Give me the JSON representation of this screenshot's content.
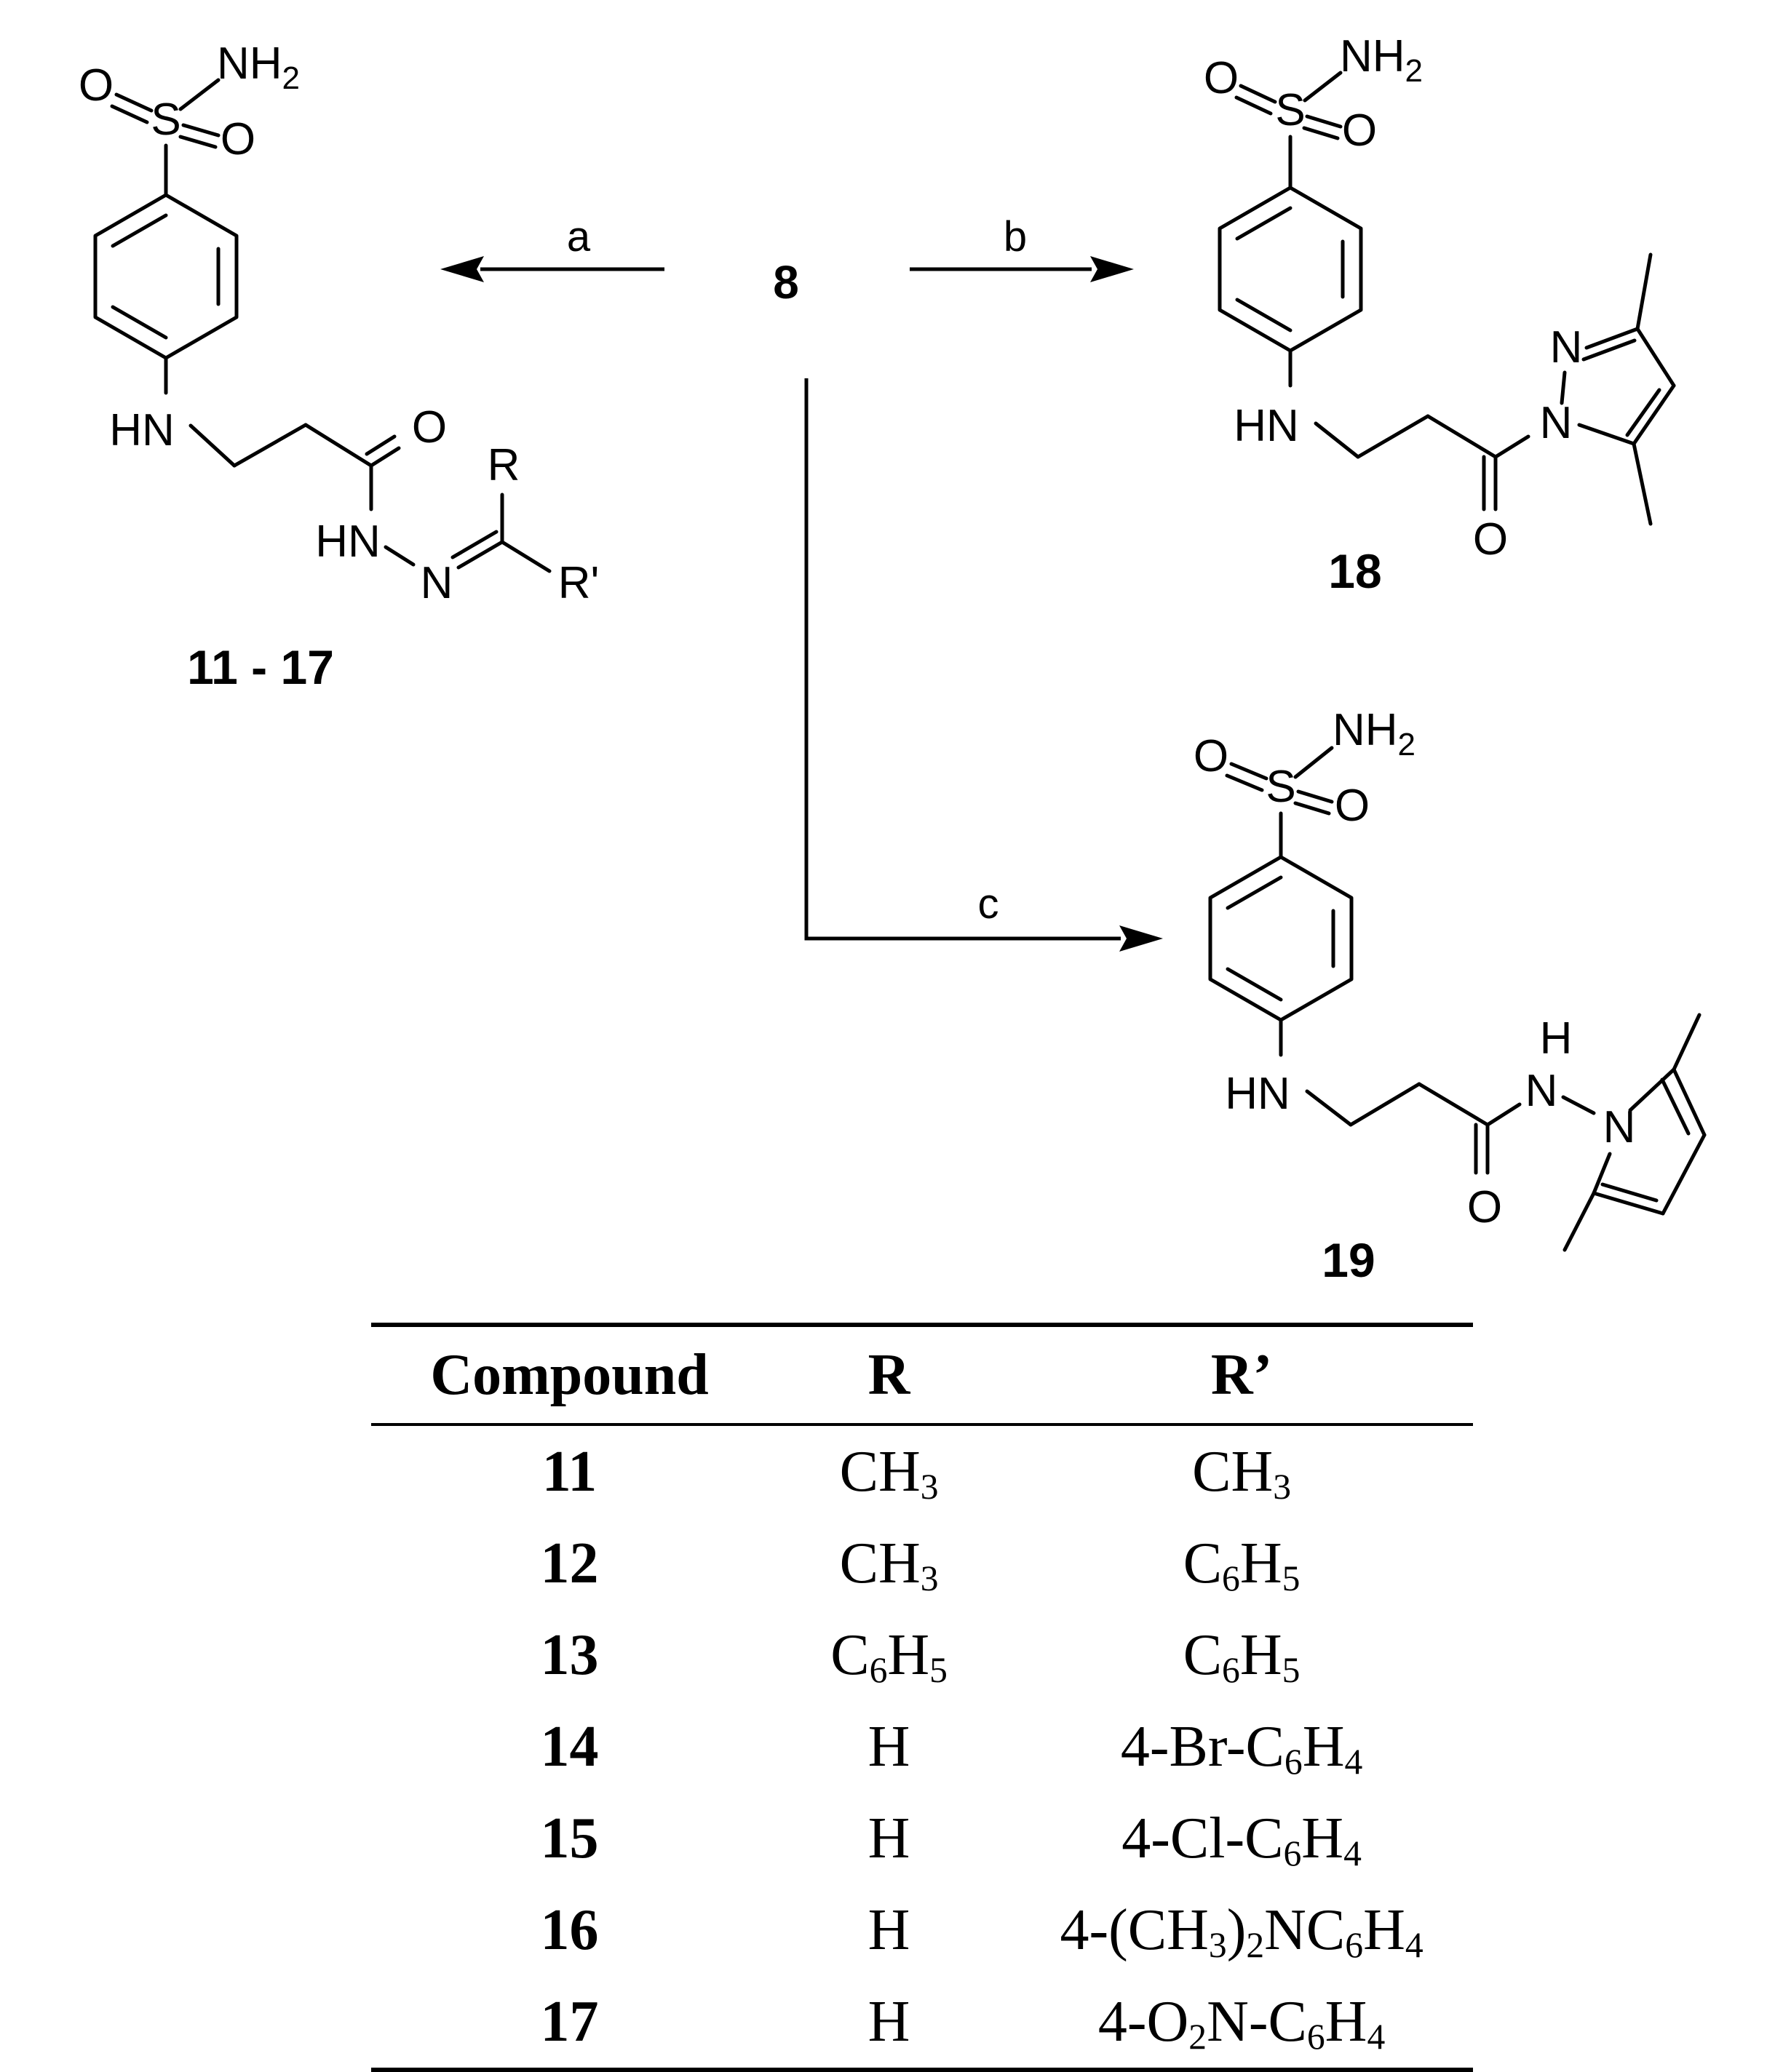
{
  "scheme": {
    "starting_material": "8",
    "steps": [
      {
        "id": "step-a",
        "label": "a",
        "product": "11 - 17"
      },
      {
        "id": "step-b",
        "label": "b",
        "product": "18"
      },
      {
        "id": "step-c",
        "label": "c",
        "product": "19"
      }
    ]
  },
  "atoms": {
    "O": "O",
    "S": "S",
    "NH2": "NH2",
    "HN": "HN",
    "N": "N",
    "H": "H",
    "R": "R",
    "R_prime": "R'"
  },
  "table": {
    "columns": [
      "Compound",
      "R",
      "R’"
    ],
    "rows": [
      {
        "compound": "11",
        "R": "CH3",
        "R_prime": "CH3"
      },
      {
        "compound": "12",
        "R": "CH3",
        "R_prime": "C6H5"
      },
      {
        "compound": "13",
        "R": "C6H5",
        "R_prime": "C6H5"
      },
      {
        "compound": "14",
        "R": "H",
        "R_prime": "4-Br-C6H4"
      },
      {
        "compound": "15",
        "R": "H",
        "R_prime": "4-Cl-C6H4"
      },
      {
        "compound": "16",
        "R": "H",
        "R_prime": "4-(CH3)2NC6H4"
      },
      {
        "compound": "17",
        "R": "H",
        "R_prime": "4-O2N-C6H4"
      }
    ]
  }
}
